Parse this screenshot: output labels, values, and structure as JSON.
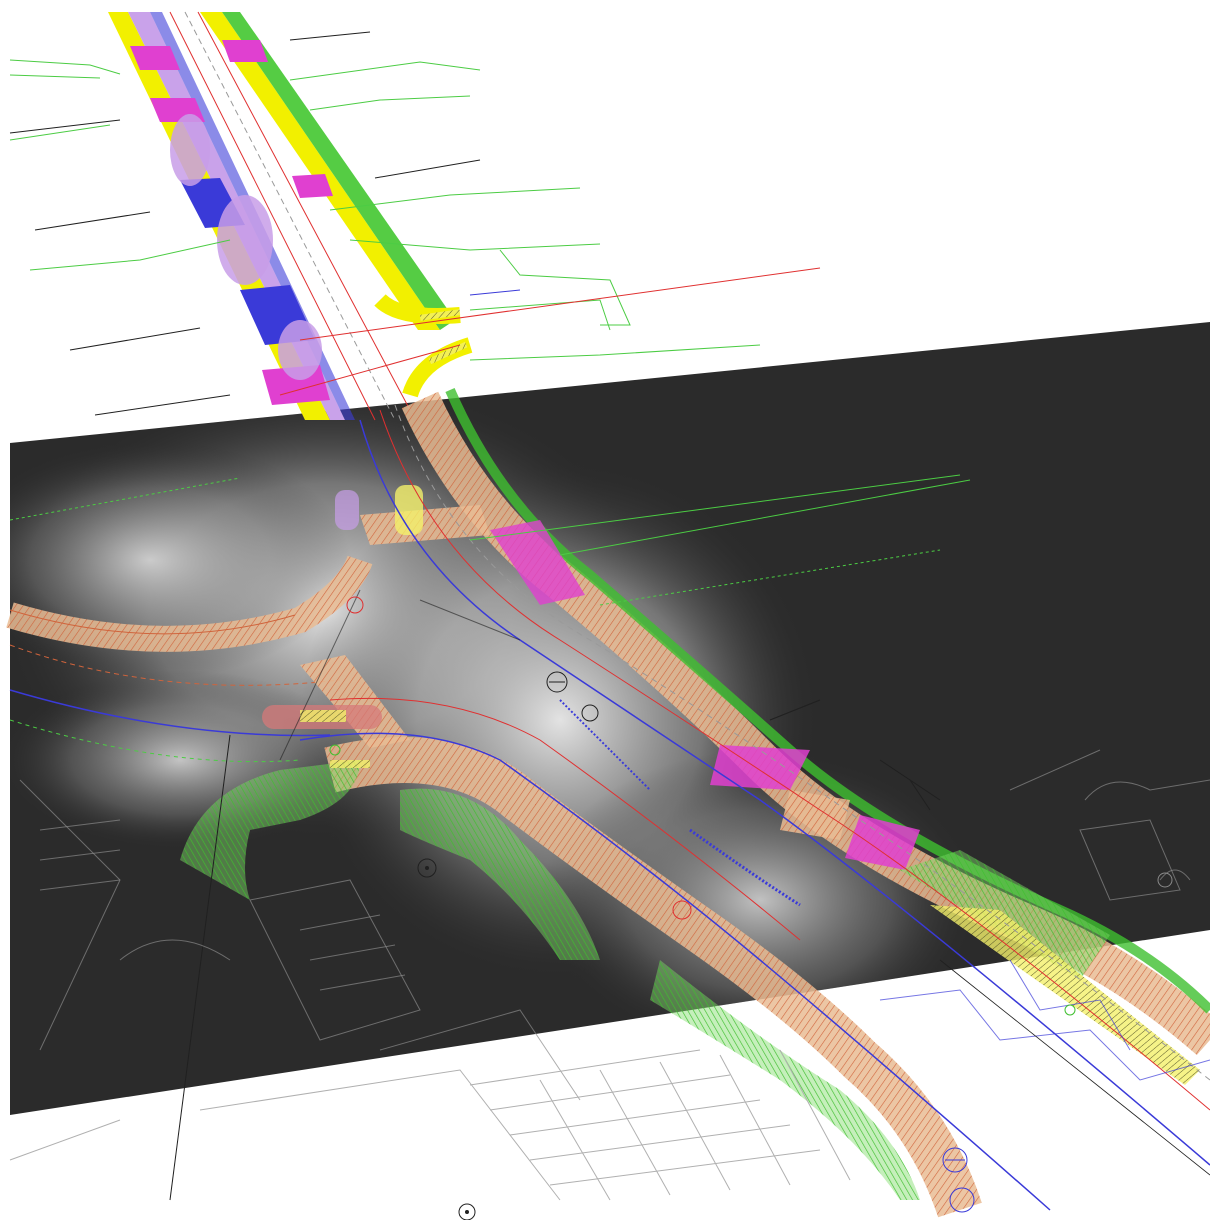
{
  "scene": {
    "kind": "CAD road plan draped over 3D heatmap",
    "background": "#ffffff",
    "colors": {
      "heat_dark": "#2a2a2a",
      "heat_light": "#e4e4e4",
      "footway": "#e8b88a",
      "hatch_red": "#d8503a",
      "verge_green": "#55cc44",
      "kerb_yellow": "#f2f000",
      "crossing_magenta": "#e040d0",
      "lilac": "#c89ee8",
      "blue": "#3a3ad8",
      "line_red": "#e03030",
      "line_green": "#4ccc44",
      "line_grey": "#9a9a9a",
      "line_black": "#202020"
    },
    "icons": [
      "tree-symbol",
      "manhole-symbol",
      "street-light-symbol"
    ]
  }
}
